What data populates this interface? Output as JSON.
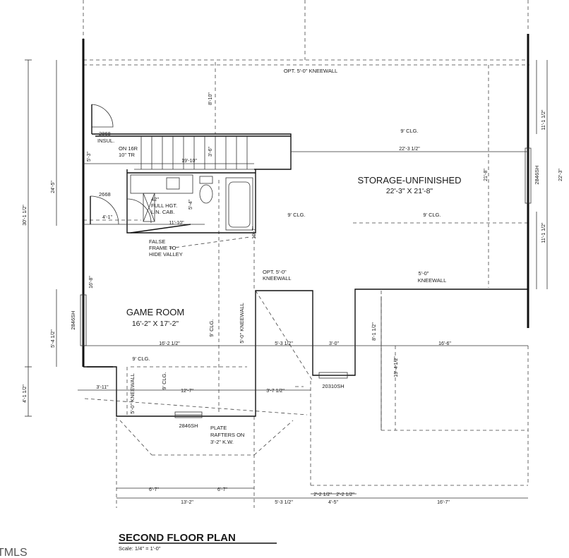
{
  "plan": {
    "title": "SECOND FLOOR PLAN",
    "scale": "Scale: 1/4\" = 1'-0\"",
    "watermark": "TMLS"
  },
  "rooms": {
    "storage_name": "STORAGE-UNFINISHED",
    "storage_size": "22'-3\" X 21'-8\"",
    "game_name": "GAME ROOM",
    "game_size": "16'-2\" X 17'-2\""
  },
  "notes": {
    "opt_kneewall_top": "OPT. 5'-0\" KNEEWALL",
    "clg_9_top": "9' CLG.",
    "door_2868_insul": "2868",
    "insul": "INSUL.",
    "stairs_on": "ON 16R",
    "stairs_tr": "10\" TR",
    "door_2668": "2668",
    "cab_42": "42\"",
    "cab_full": "FULL HGT.",
    "cab_lin": "LIN. CAB.",
    "false_frame_1": "FALSE",
    "false_frame_2": "FRAME TO",
    "false_frame_3": "HIDE VALLEY",
    "clg_9_mid": "9' CLG.",
    "clg_9_right": "9' CLG.",
    "opt_kneewall_mid_1": "OPT. 5'-0\"",
    "opt_kneewall_mid_2": "KNEEWALL",
    "kneewall_5_right_1": "5'-0\"",
    "kneewall_5_right_2": "KNEEWALL",
    "clg_9_game": "9' CLG.",
    "kneewall_game_vert": "5'-0\" KNEEWALL",
    "clg_9_lower": "9' CLG.",
    "clg_9_lower_vert": "9' CLG.",
    "kneewall_lower_vert": "5'-0\" KNEEWALL",
    "window_2846sh_left": "2846SH",
    "window_2846sh_right": "2846SH",
    "window_2846sh_bottom": "2846SH",
    "window_20310sh": "20310SH",
    "plate_1": "PLATE",
    "plate_2": "RAFTERS ON",
    "plate_3": "3'-2\" K.W."
  },
  "dims": {
    "d_30_1": "30'-1 1/2\"",
    "d_24_5": "24'-5\"",
    "d_8_10": "8'-10\"",
    "d_5_3": "5'-3\"",
    "d_19_10": "19'-10\"",
    "d_3_6": "3'-6\"",
    "d_22_3": "22'-3 1/2\"",
    "d_21_8": "21'-8\"",
    "d_22_3_right": "22'-3\"",
    "d_11_1_top": "11'-1 1/2\"",
    "d_11_1_bot": "11'-1 1/2\"",
    "d_4_1": "4'-1\"",
    "d_11_10": "11'-10\"",
    "d_5_4": "5'-4\"",
    "d_10_7": "10'-7\"",
    "d_16_8": "16'-8\"",
    "d_5_4_half": "5'-4 1/2\"",
    "d_4_1_half": "4'-1 1/2\"",
    "d_16_2": "16'-2 1/2\"",
    "d_5_3_half": "5'-3 1/2\"",
    "d_3_0": "3'-0\"",
    "d_16_6": "16'-6\"",
    "d_8_1": "8'-1 1/2\"",
    "d_13_4": "13'-4 1/2\"",
    "d_3_11": "3'-11\"",
    "d_12_7": "12'-7\"",
    "d_3_7": "3'-7 1/2\"",
    "d_6_7a": "6'-7\"",
    "d_6_7b": "6'-7\"",
    "d_13_2": "13'-2\"",
    "d_5_3_bot": "5'-3 1/2\"",
    "d_2_2a": "2'-2 1/2\"",
    "d_2_2b": "2'-2 1/2\"",
    "d_4_5": "4'-5\"",
    "d_16_7": "16'-7\""
  }
}
